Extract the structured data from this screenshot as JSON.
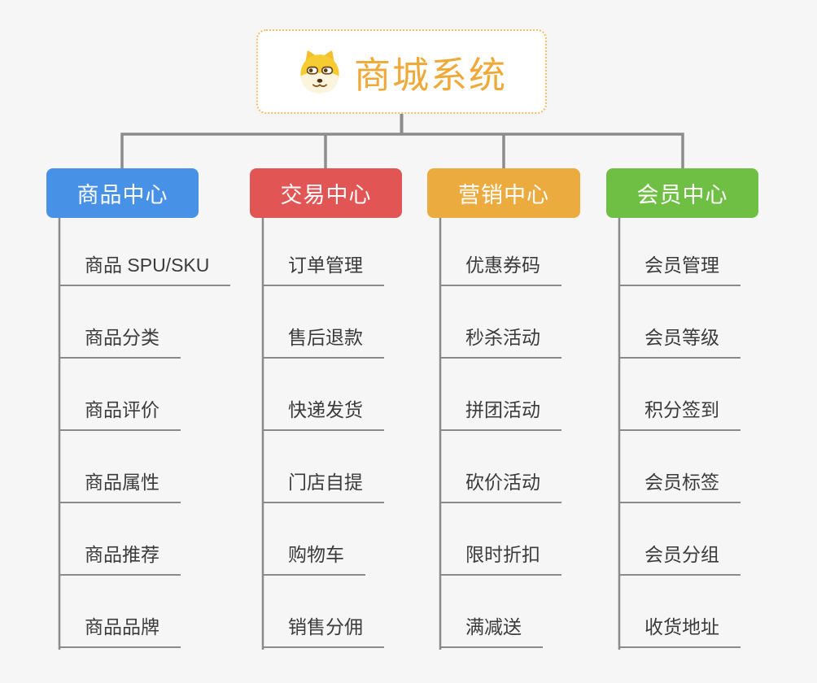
{
  "page": {
    "background": "#f6f6f6",
    "connector_color": "#8c8c8c"
  },
  "root": {
    "title": "商城系统",
    "icon": "doge-icon",
    "title_color": "#efa938",
    "border_color": "#f4bc66"
  },
  "branches": [
    {
      "label": "商品中心",
      "color": "#4791e6",
      "children": [
        "商品 SPU/SKU",
        "商品分类",
        "商品评价",
        "商品属性",
        "商品推荐",
        "商品品牌"
      ]
    },
    {
      "label": "交易中心",
      "color": "#e15654",
      "children": [
        "订单管理",
        "售后退款",
        "快递发货",
        "门店自提",
        "购物车",
        "销售分佣"
      ]
    },
    {
      "label": "营销中心",
      "color": "#ecab3e",
      "children": [
        "优惠券码",
        "秒杀活动",
        "拼团活动",
        "砍价活动",
        "限时折扣",
        "满减送"
      ]
    },
    {
      "label": "会员中心",
      "color": "#6fbf44",
      "children": [
        "会员管理",
        "会员等级",
        "积分签到",
        "会员标签",
        "会员分组",
        "收货地址"
      ]
    }
  ]
}
